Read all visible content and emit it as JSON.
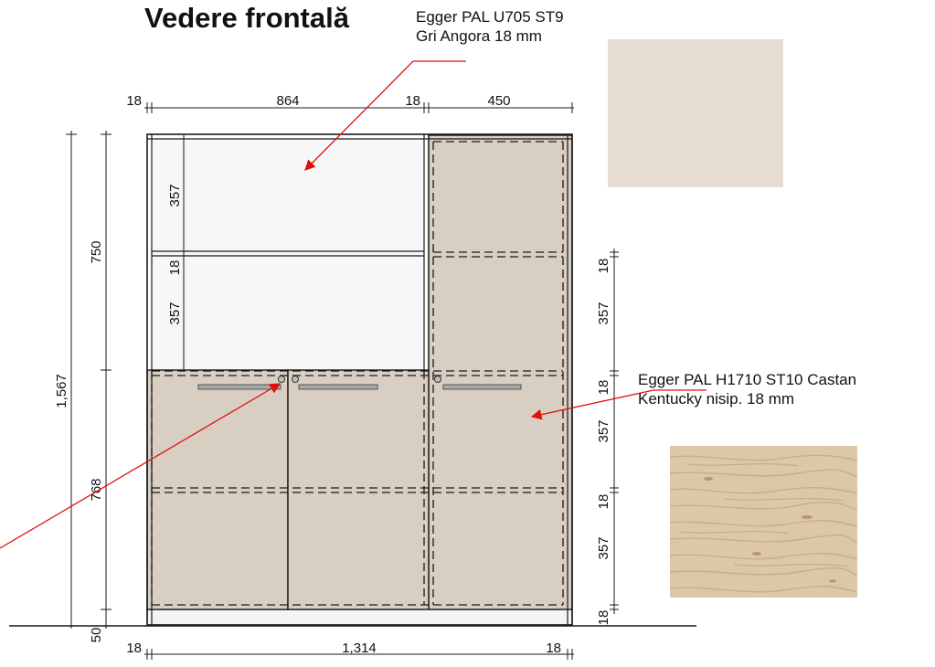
{
  "title": "Vedere frontală",
  "colors": {
    "line": "#1a1a1a",
    "angora": "#e6ddd2",
    "castan_panel": "#d8cfc2",
    "leader": "#e01010",
    "handle": "#a9a9a9",
    "floor_gap": "#f4f4f4",
    "open_shelf": "#f7f7f7"
  },
  "materials": {
    "angora": {
      "line1": "Egger PAL U705 ST9",
      "line2": "Gri Angora 18 mm",
      "swatch": "solid-grey-angora"
    },
    "castan": {
      "line1": "Egger PAL H1710 ST10 Castan",
      "line2": "Kentucky nisip. 18 mm",
      "swatch": "wood-grain-castan"
    }
  },
  "dimensions": {
    "top": [
      "18",
      "864",
      "18",
      "450"
    ],
    "bottom": [
      "18",
      "1,314",
      "18"
    ],
    "left_total": "1,567",
    "left_upper": "750",
    "left_lower": "768",
    "left_plinth": "50",
    "inner_upper": [
      "357",
      "18",
      "357"
    ],
    "right": [
      "18",
      "357",
      "18",
      "357",
      "18",
      "357",
      "18"
    ]
  }
}
